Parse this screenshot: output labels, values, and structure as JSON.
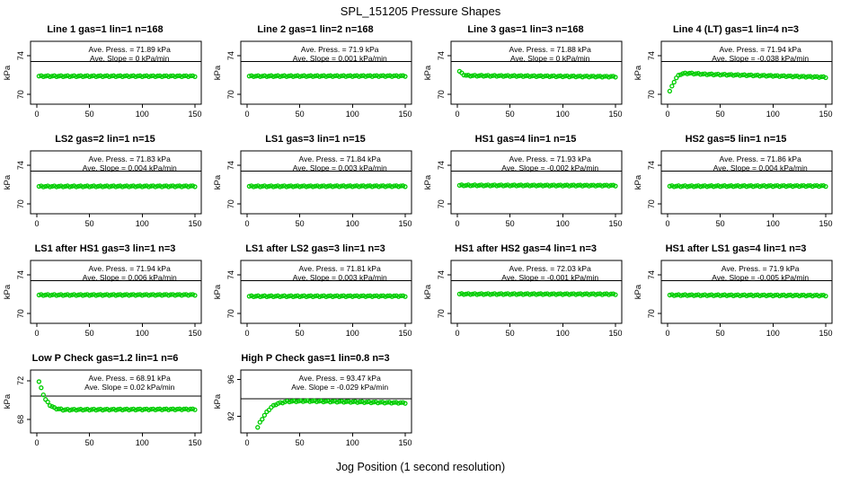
{
  "page_title": "SPL_151205  Pressure Shapes",
  "x_axis_label": "Jog Position (1 second resolution)",
  "colors": {
    "point": "#00CD00",
    "axis": "#000000",
    "background": "#ffffff"
  },
  "chart_data": [
    {
      "type": "scatter",
      "title": "Line 1 gas=1 lin=1 n=168",
      "ann_press": "Ave. Press. = 71.89 kPa",
      "ann_slope": "Ave. Slope = 0  kPa/min",
      "ave_press": 71.89,
      "ave_slope": 0,
      "ylabel": "kPa",
      "x_ticks": [
        0,
        50,
        100,
        150
      ],
      "y_ticks": [
        70,
        74
      ],
      "xlim": [
        -6,
        156
      ],
      "ylim": [
        69.0,
        75.5
      ],
      "refline": 73.4,
      "points": [
        [
          2,
          71.9
        ],
        [
          150,
          71.9
        ]
      ],
      "n_points": 72
    },
    {
      "type": "scatter",
      "title": "Line 2 gas=1 lin=2 n=168",
      "ann_press": "Ave. Press. = 71.9 kPa",
      "ann_slope": "Ave. Slope = 0.001 kPa/min",
      "ave_press": 71.9,
      "ave_slope": 0.001,
      "ylabel": "kPa",
      "x_ticks": [
        0,
        50,
        100,
        150
      ],
      "y_ticks": [
        70,
        74
      ],
      "xlim": [
        -6,
        156
      ],
      "ylim": [
        69.0,
        75.5
      ],
      "refline": 73.4,
      "points": [
        [
          2,
          71.9
        ],
        [
          150,
          71.92
        ]
      ],
      "n_points": 72
    },
    {
      "type": "scatter",
      "title": "Line 3 gas=1 lin=3 n=168",
      "ann_press": "Ave. Press. = 71.88 kPa",
      "ann_slope": "Ave. Slope = 0  kPa/min",
      "ave_press": 71.88,
      "ave_slope": 0,
      "ylabel": "kPa",
      "x_ticks": [
        0,
        50,
        100,
        150
      ],
      "y_ticks": [
        70,
        74
      ],
      "xlim": [
        -6,
        156
      ],
      "ylim": [
        69.0,
        75.5
      ],
      "refline": 73.4,
      "points": [
        [
          2,
          72.4
        ],
        [
          5,
          72.1
        ],
        [
          9,
          71.95
        ],
        [
          150,
          71.85
        ]
      ],
      "n_points": 72
    },
    {
      "type": "scatter",
      "title": "Line 4 (LT) gas=1 lin=4 n=3",
      "ann_press": "Ave. Press. = 71.94 kPa",
      "ann_slope": "Ave. Slope = -0.038 kPa/min",
      "ave_press": 71.94,
      "ave_slope": -0.038,
      "ylabel": "kPa",
      "x_ticks": [
        0,
        50,
        100,
        150
      ],
      "y_ticks": [
        70,
        74
      ],
      "xlim": [
        -6,
        156
      ],
      "ylim": [
        69.0,
        75.5
      ],
      "refline": 73.4,
      "points": [
        [
          2,
          70.35
        ],
        [
          4,
          70.8
        ],
        [
          6,
          71.3
        ],
        [
          9,
          71.85
        ],
        [
          13,
          72.15
        ],
        [
          20,
          72.2
        ],
        [
          35,
          72.1
        ],
        [
          150,
          71.8
        ]
      ],
      "n_points": 72
    },
    {
      "type": "scatter",
      "title": "LS2 gas=2 lin=1 n=15",
      "ann_press": "Ave. Press. = 71.83 kPa",
      "ann_slope": "Ave. Slope = 0.004 kPa/min",
      "ave_press": 71.83,
      "ave_slope": 0.004,
      "ylabel": "kPa",
      "x_ticks": [
        0,
        50,
        100,
        150
      ],
      "y_ticks": [
        70,
        74
      ],
      "xlim": [
        -6,
        156
      ],
      "ylim": [
        69.0,
        75.5
      ],
      "refline": 73.4,
      "points": [
        [
          2,
          71.83
        ],
        [
          150,
          71.85
        ]
      ],
      "n_points": 72
    },
    {
      "type": "scatter",
      "title": "LS1 gas=3 lin=1 n=15",
      "ann_press": "Ave. Press. = 71.84 kPa",
      "ann_slope": "Ave. Slope = 0.003 kPa/min",
      "ave_press": 71.84,
      "ave_slope": 0.003,
      "ylabel": "kPa",
      "x_ticks": [
        0,
        50,
        100,
        150
      ],
      "y_ticks": [
        70,
        74
      ],
      "xlim": [
        -6,
        156
      ],
      "ylim": [
        69.0,
        75.5
      ],
      "refline": 73.4,
      "points": [
        [
          2,
          71.84
        ],
        [
          150,
          71.86
        ]
      ],
      "n_points": 72
    },
    {
      "type": "scatter",
      "title": "HS1 gas=4 lin=1 n=15",
      "ann_press": "Ave. Press. = 71.93 kPa",
      "ann_slope": "Ave. Slope = -0.002 kPa/min",
      "ave_press": 71.93,
      "ave_slope": -0.002,
      "ylabel": "kPa",
      "x_ticks": [
        0,
        50,
        100,
        150
      ],
      "y_ticks": [
        70,
        74
      ],
      "xlim": [
        -6,
        156
      ],
      "ylim": [
        69.0,
        75.5
      ],
      "refline": 73.4,
      "points": [
        [
          2,
          71.94
        ],
        [
          150,
          71.92
        ]
      ],
      "n_points": 72
    },
    {
      "type": "scatter",
      "title": "HS2 gas=5 lin=1 n=15",
      "ann_press": "Ave. Press. = 71.86 kPa",
      "ann_slope": "Ave. Slope = 0.004 kPa/min",
      "ave_press": 71.86,
      "ave_slope": 0.004,
      "ylabel": "kPa",
      "x_ticks": [
        0,
        50,
        100,
        150
      ],
      "y_ticks": [
        70,
        74
      ],
      "xlim": [
        -6,
        156
      ],
      "ylim": [
        69.0,
        75.5
      ],
      "refline": 73.4,
      "points": [
        [
          2,
          71.85
        ],
        [
          150,
          71.88
        ]
      ],
      "n_points": 72
    },
    {
      "type": "scatter",
      "title": "LS1 after HS1 gas=3 lin=1 n=3",
      "ann_press": "Ave. Press. = 71.94 kPa",
      "ann_slope": "Ave. Slope = 0.006 kPa/min",
      "ave_press": 71.94,
      "ave_slope": 0.006,
      "ylabel": "kPa",
      "x_ticks": [
        0,
        50,
        100,
        150
      ],
      "y_ticks": [
        70,
        74
      ],
      "xlim": [
        -6,
        156
      ],
      "ylim": [
        69.0,
        75.5
      ],
      "refline": 73.4,
      "points": [
        [
          2,
          71.93
        ],
        [
          150,
          71.95
        ]
      ],
      "n_points": 72
    },
    {
      "type": "scatter",
      "title": "LS1 after LS2 gas=3 lin=1 n=3",
      "ann_press": "Ave. Press. = 71.81 kPa",
      "ann_slope": "Ave. Slope = 0.003 kPa/min",
      "ave_press": 71.81,
      "ave_slope": 0.003,
      "ylabel": "kPa",
      "x_ticks": [
        0,
        50,
        100,
        150
      ],
      "y_ticks": [
        70,
        74
      ],
      "xlim": [
        -6,
        156
      ],
      "ylim": [
        69.0,
        75.5
      ],
      "refline": 73.4,
      "points": [
        [
          2,
          71.8
        ],
        [
          150,
          71.82
        ]
      ],
      "n_points": 72
    },
    {
      "type": "scatter",
      "title": "HS1 after HS2 gas=4 lin=1 n=3",
      "ann_press": "Ave. Press. = 72.03 kPa",
      "ann_slope": "Ave. Slope = -0.001  kPa/min",
      "ave_press": 72.03,
      "ave_slope": -0.001,
      "ylabel": "kPa",
      "x_ticks": [
        0,
        50,
        100,
        150
      ],
      "y_ticks": [
        70,
        74
      ],
      "xlim": [
        -6,
        156
      ],
      "ylim": [
        69.0,
        75.5
      ],
      "refline": 73.4,
      "points": [
        [
          2,
          72.03
        ],
        [
          150,
          72.02
        ]
      ],
      "n_points": 72
    },
    {
      "type": "scatter",
      "title": "HS1 after LS1 gas=4 lin=1 n=3",
      "ann_press": "Ave. Press. = 71.9 kPa",
      "ann_slope": "Ave. Slope = -0.005 kPa/min",
      "ave_press": 71.9,
      "ave_slope": -0.005,
      "ylabel": "kPa",
      "x_ticks": [
        0,
        50,
        100,
        150
      ],
      "y_ticks": [
        70,
        74
      ],
      "xlim": [
        -6,
        156
      ],
      "ylim": [
        69.0,
        75.5
      ],
      "refline": 73.4,
      "points": [
        [
          2,
          71.92
        ],
        [
          150,
          71.88
        ]
      ],
      "n_points": 72
    },
    {
      "type": "scatter",
      "title": "Low P Check gas=1.2 lin=1 n=6",
      "ann_press": "Ave. Press. = 68.91 kPa",
      "ann_slope": "Ave. Slope = 0.02 kPa/min",
      "ave_press": 68.91,
      "ave_slope": 0.02,
      "ylabel": "kPa",
      "x_ticks": [
        0,
        50,
        100,
        150
      ],
      "y_ticks": [
        68,
        72
      ],
      "xlim": [
        -6,
        156
      ],
      "ylim": [
        66.6,
        73.1
      ],
      "refline": 70.4,
      "points": [
        [
          2,
          71.9
        ],
        [
          3,
          71.6
        ],
        [
          5,
          70.9
        ],
        [
          8,
          70.1
        ],
        [
          12,
          69.5
        ],
        [
          17,
          69.15
        ],
        [
          25,
          69.0
        ],
        [
          150,
          69.05
        ]
      ],
      "n_points": 72
    },
    {
      "type": "scatter",
      "title": "High P Check gas=1 lin=0.8 n=3",
      "ann_press": "Ave. Press. = 93.47 kPa",
      "ann_slope": "Ave. Slope = -0.029 kPa/min",
      "ave_press": 93.47,
      "ave_slope": -0.029,
      "ylabel": "kPa",
      "x_ticks": [
        0,
        50,
        100,
        150
      ],
      "y_ticks": [
        92,
        96
      ],
      "xlim": [
        -6,
        156
      ],
      "ylim": [
        90.2,
        97.0
      ],
      "refline": 93.9,
      "points": [
        [
          10,
          90.8
        ],
        [
          13,
          91.5
        ],
        [
          17,
          92.2
        ],
        [
          22,
          92.9
        ],
        [
          28,
          93.35
        ],
        [
          38,
          93.6
        ],
        [
          55,
          93.65
        ],
        [
          150,
          93.45
        ]
      ],
      "n_points": 66
    }
  ]
}
